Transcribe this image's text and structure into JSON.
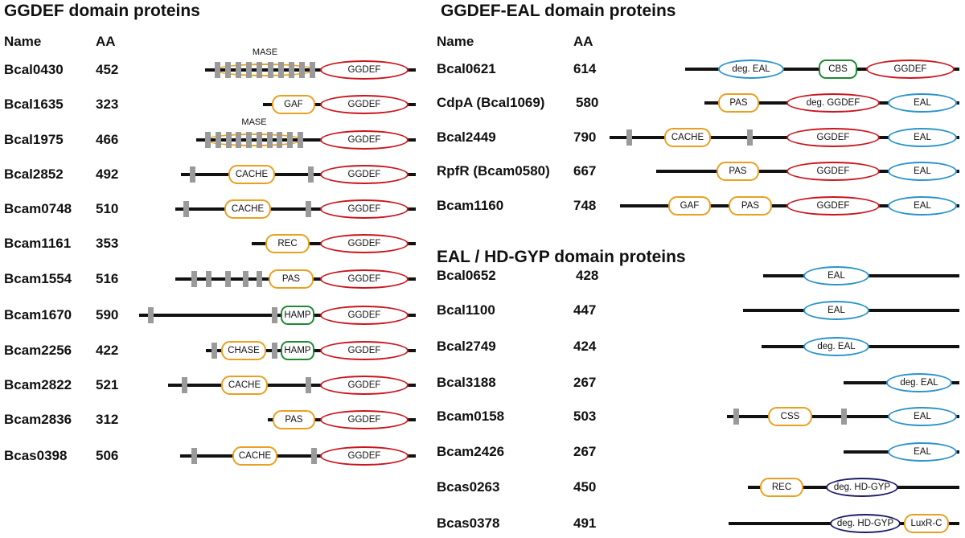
{
  "colors": {
    "GGDEF": "#c8161d",
    "EAL": "#2a93c8",
    "orange": "#e8a020",
    "green": "#1e8a32",
    "navy": "#1c1a66",
    "tm": "#9a9a9a",
    "track": "#111111"
  },
  "left": {
    "title": "GGDEF domain proteins",
    "name_header": "Name",
    "aa_header": "AA",
    "rows": [
      {
        "name": "Bcal0430",
        "aa": "452"
      },
      {
        "name": "Bcal1635",
        "aa": "323"
      },
      {
        "name": "Bcal1975",
        "aa": "466"
      },
      {
        "name": "Bcal2852",
        "aa": "492"
      },
      {
        "name": "Bcam0748",
        "aa": "510"
      },
      {
        "name": "Bcam1161",
        "aa": "353"
      },
      {
        "name": "Bcam1554",
        "aa": "516"
      },
      {
        "name": "Bcam1670",
        "aa": "590"
      },
      {
        "name": "Bcam2256",
        "aa": "422"
      },
      {
        "name": "Bcam2822",
        "aa": "521"
      },
      {
        "name": "Bcam2836",
        "aa": "312"
      },
      {
        "name": "Bcas0398",
        "aa": "506"
      }
    ]
  },
  "right": {
    "title": "GGDEF-EAL domain proteins",
    "name_header": "Name",
    "aa_header": "AA",
    "rows": [
      {
        "name": "Bcal0621",
        "aa": "614"
      },
      {
        "name": "CdpA (Bcal1069)",
        "aa": "580"
      },
      {
        "name": "Bcal2449",
        "aa": "790"
      },
      {
        "name": "RpfR (Bcam0580)",
        "aa": "667"
      },
      {
        "name": "Bcam1160",
        "aa": "748"
      }
    ]
  },
  "eal": {
    "title": "EAL / HD-GYP domain proteins",
    "rows": [
      {
        "name": "Bcal0652",
        "aa": "428"
      },
      {
        "name": "Bcal1100",
        "aa": "447"
      },
      {
        "name": "Bcal2749",
        "aa": "424"
      },
      {
        "name": "Bcal3188",
        "aa": "267"
      },
      {
        "name": "Bcam0158",
        "aa": "503"
      },
      {
        "name": "Bcam2426",
        "aa": "267"
      },
      {
        "name": "Bcas0263",
        "aa": "450"
      },
      {
        "name": "Bcas0378",
        "aa": "491"
      }
    ]
  },
  "domain_labels": {
    "ggdef": "GGDEF",
    "mase": "MASE",
    "gaf": "GAF",
    "cache": "CACHE",
    "rec": "REC",
    "pas": "PAS",
    "hamp": "HAMP",
    "chase": "CHASE",
    "deg_eal": "deg. EAL",
    "cbs": "CBS",
    "deg_ggdef": "deg. GGDEF",
    "eal": "EAL",
    "css": "CSS",
    "deg_hdgyp": "deg. HD-GYP",
    "luxrc": "LuxR-C"
  }
}
